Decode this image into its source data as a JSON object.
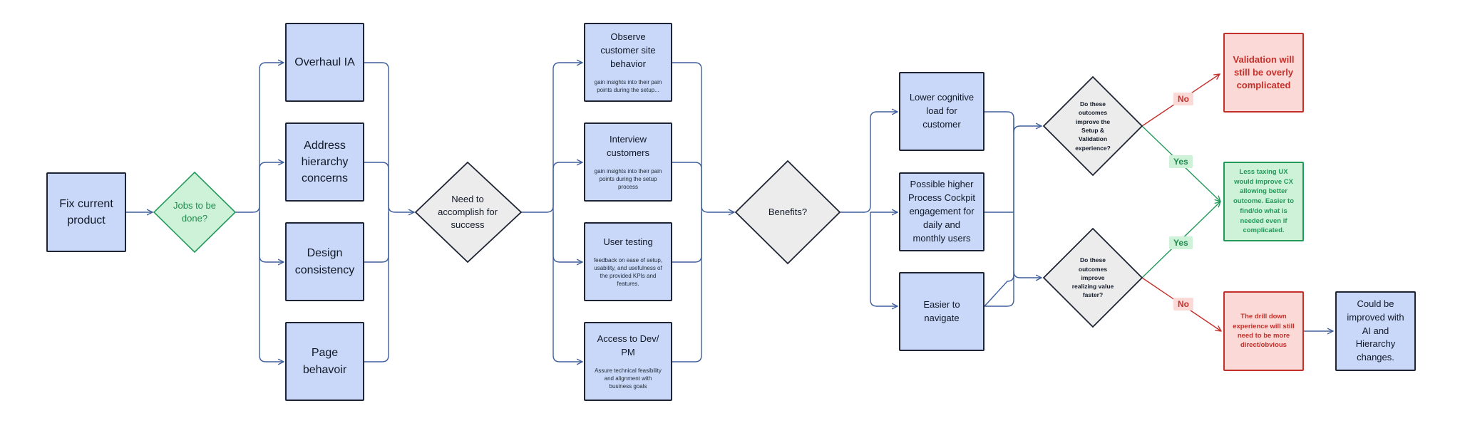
{
  "nodes": {
    "fix_current": "Fix current product",
    "jobs": "Jobs to be done?",
    "overhaul": "Overhaul IA",
    "address": "Address hierarchy concerns",
    "design": "Design consistency",
    "page": "Page behavoir",
    "need": "Need to accomplish for success",
    "observe": {
      "title": "Observe customer site behavior",
      "sub": "gain insights into their pain points during the setup..."
    },
    "interview": {
      "title": "Interview customers",
      "sub": "gain insights into their pain points during the setup process"
    },
    "testing": {
      "title": "User testing",
      "sub": "feedback on ease of setup, usability, and usefulness of the provided KPIs and features."
    },
    "access": {
      "title": "Access to Dev/ PM",
      "sub": "Assure technical feasibility and alignment with business goals"
    },
    "benefits": "Benefits?",
    "lower": "Lower cognitive load for customer",
    "possible": "Possible higher Process Cockpit engagement for daily and monthly users",
    "easier": "Easier to navigate",
    "q1": "Do these outcomes improve the Setup & Validation experience?",
    "q2": "Do these outcomes improve realizing value faster?",
    "validation": "Validation will still be overly complicated",
    "less_taxing": "Less taxing UX would improve CX allowing better outcome. Easier to find/do what is needed even if complicated.",
    "drill": "The drill down experience will still need to be more direct/obvious",
    "improved": "Could be improved with AI and Hierarchy changes."
  },
  "labels": {
    "no1": "No",
    "yes1": "Yes",
    "yes2": "Yes",
    "no2": "No"
  },
  "colors": {
    "box_fill": "#c9d8f8",
    "box_stroke": "#1e2433",
    "connector": "#3e5f9c",
    "green_fill": "#cdf2d8",
    "green_stroke": "#23995a",
    "red_fill": "#fbd9d6",
    "red_stroke": "#c4302b",
    "diamond_gray": "#ececec"
  }
}
